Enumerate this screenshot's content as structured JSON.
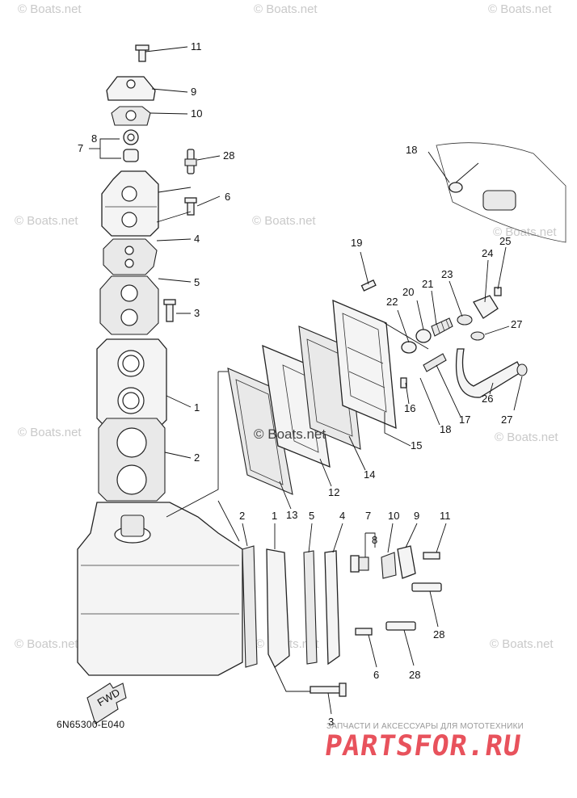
{
  "diagram": {
    "code": "6N65300-E040",
    "fwd_label": "FWD",
    "watermark": "© Boats.net",
    "center_watermark": "© Boats.net",
    "partsfor": {
      "tagline": "ЗАПЧАСТИ И АКСЕССУАРЫ ДЛЯ МОТОТЕХНИКИ",
      "logo": "PARTSFOR.RU"
    },
    "callouts": {
      "c11_top": "11",
      "c9_top": "9",
      "c10_top": "10",
      "c8_top": "8",
      "c7_top": "7",
      "c28_top": "28",
      "c6_top": "6",
      "c4_left": "4",
      "c5_left": "5",
      "c3_top": "3",
      "c1_left": "1",
      "c2_left": "2",
      "c18_top": "18",
      "c19": "19",
      "c25": "25",
      "c24": "24",
      "c23": "23",
      "c22": "22",
      "c20": "20",
      "c21": "21",
      "c27_top": "27",
      "c16": "16",
      "c15": "15",
      "c18_mid": "18",
      "c17": "17",
      "c26": "26",
      "c27_bot": "27",
      "c14": "14",
      "c12": "12",
      "c13": "13",
      "c2_row": "2",
      "c1_row": "1",
      "c5_row": "5",
      "c4_row": "4",
      "c7_row": "7",
      "c8_row": "8",
      "c10_row": "10",
      "c9_row": "9",
      "c11_row": "11",
      "c28_row": "28",
      "c6_row": "6",
      "c28_row2": "28",
      "c3_bottom": "3"
    }
  }
}
